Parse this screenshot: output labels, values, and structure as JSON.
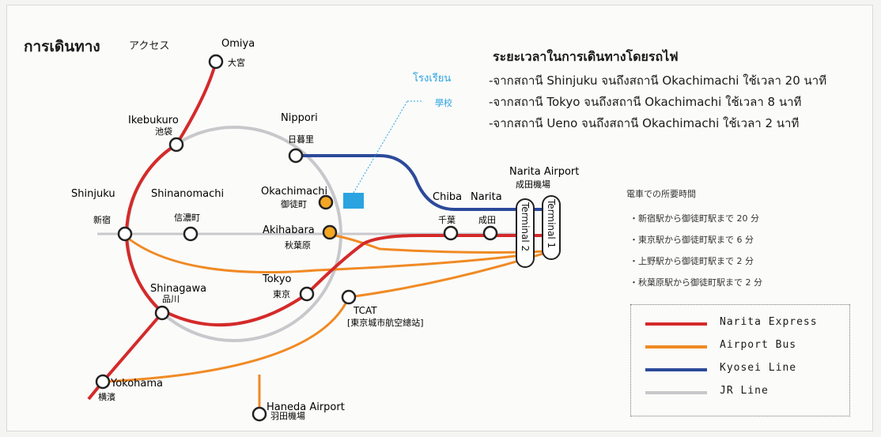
{
  "header": {
    "title": "การเดินทาง",
    "subtitle": "アクセス"
  },
  "school": {
    "label_thai": "โรงเรียน",
    "label_jp": "學校",
    "color": "#2aa3e0"
  },
  "travel_info": {
    "heading": "ระยะเวลาในการเดินทางโดยรถไฟ",
    "lines": [
      "-จากสถานี Shinjuku จนถึงสถานี Okachimachi ใช้เวลา 20 นาที",
      "-จากสถานี Tokyo จนถึงสถานี Okachimachi ใช้เวลา 8 นาที",
      "-จากสถานี Ueno จนถึงสถานี Okachimachi ใช้เวลา 2 นาที"
    ]
  },
  "travel_info_jp": {
    "heading": "電車での所要時間",
    "lines": [
      "・新宿駅から御徒町駅まで 20 分",
      "・東京駅から御徒町駅まで 6 分",
      "・上野駅から御徒町駅まで 2 分",
      "・秋葉原駅から御徒町駅まで 2 分"
    ]
  },
  "legend": [
    {
      "label": "Narita Express",
      "color": "#d42a2a"
    },
    {
      "label": "Airport Bus",
      "color": "#f08a24"
    },
    {
      "label": "Kyosei Line",
      "color": "#2c4a9a"
    },
    {
      "label": "JR Line",
      "color": "#c8c8cc"
    }
  ],
  "stations": {
    "omiya": {
      "en": "Omiya",
      "jp": "大宮"
    },
    "ikebukuro": {
      "en": "Ikebukuro",
      "jp": "池袋"
    },
    "nippori": {
      "en": "Nippori",
      "jp": "日暮里"
    },
    "shinjuku": {
      "en": "Shinjuku",
      "jp": "新宿"
    },
    "shinanomachi": {
      "en": "Shinanomachi",
      "jp": "信濃町"
    },
    "okachimachi": {
      "en": "Okachimachi",
      "jp": "御徒町"
    },
    "akihabara": {
      "en": "Akihabara",
      "jp": "秋葉原"
    },
    "chiba": {
      "en": "Chiba",
      "jp": "千葉"
    },
    "narita": {
      "en": "Narita",
      "jp": "成田"
    },
    "narita_airport": {
      "en": "Narita Airport",
      "jp": "成田機場",
      "terminal2": "Terminal 2",
      "terminal1": "Terminal 1"
    },
    "shinagawa": {
      "en": "Shinagawa",
      "jp": "品川"
    },
    "tokyo": {
      "en": "Tokyo",
      "jp": "東京"
    },
    "tcat": {
      "en": "TCAT",
      "jp": "[東京城市航空總站]"
    },
    "yokohama": {
      "en": "Yokohama",
      "jp": "横濱"
    },
    "haneda": {
      "en": "Haneda Airport",
      "jp": "羽田機場"
    }
  }
}
